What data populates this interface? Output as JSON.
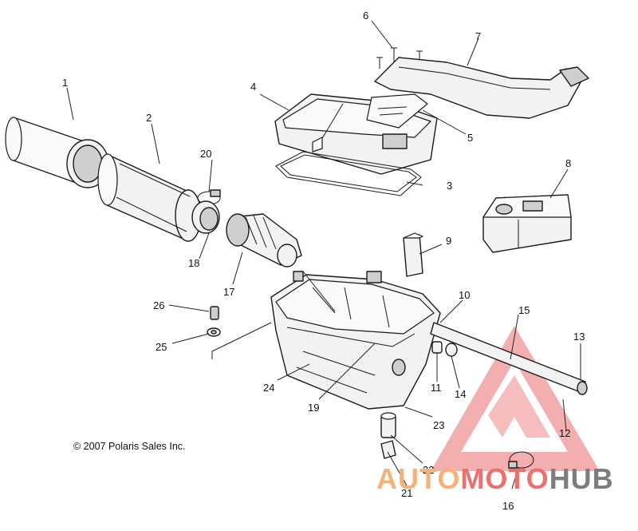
{
  "callouts": [
    {
      "id": "1",
      "label": "1"
    },
    {
      "id": "2",
      "label": "2"
    },
    {
      "id": "3",
      "label": "3"
    },
    {
      "id": "4",
      "label": "4"
    },
    {
      "id": "5",
      "label": "5"
    },
    {
      "id": "6",
      "label": "6"
    },
    {
      "id": "7",
      "label": "7"
    },
    {
      "id": "8",
      "label": "8"
    },
    {
      "id": "9",
      "label": "9"
    },
    {
      "id": "10",
      "label": "10"
    },
    {
      "id": "11",
      "label": "11"
    },
    {
      "id": "12",
      "label": "12"
    },
    {
      "id": "13",
      "label": "13"
    },
    {
      "id": "14",
      "label": "14"
    },
    {
      "id": "15",
      "label": "15"
    },
    {
      "id": "16",
      "label": "16"
    },
    {
      "id": "17",
      "label": "17"
    },
    {
      "id": "18",
      "label": "18"
    },
    {
      "id": "19",
      "label": "19"
    },
    {
      "id": "20",
      "label": "20"
    },
    {
      "id": "21",
      "label": "21"
    },
    {
      "id": "22",
      "label": "22"
    },
    {
      "id": "23",
      "label": "23"
    },
    {
      "id": "24",
      "label": "24"
    },
    {
      "id": "25",
      "label": "25"
    },
    {
      "id": "26",
      "label": "26"
    }
  ],
  "copyright": "© 2007 Polaris Sales Inc.",
  "watermark": {
    "part_a": "AUTO",
    "part_b": "MOTO",
    "part_c": "HUB",
    "colors": {
      "auto": "#f4b27a",
      "moto": "#eb7070",
      "hub": "#7d7d7d",
      "triangle": "#e65454"
    }
  }
}
